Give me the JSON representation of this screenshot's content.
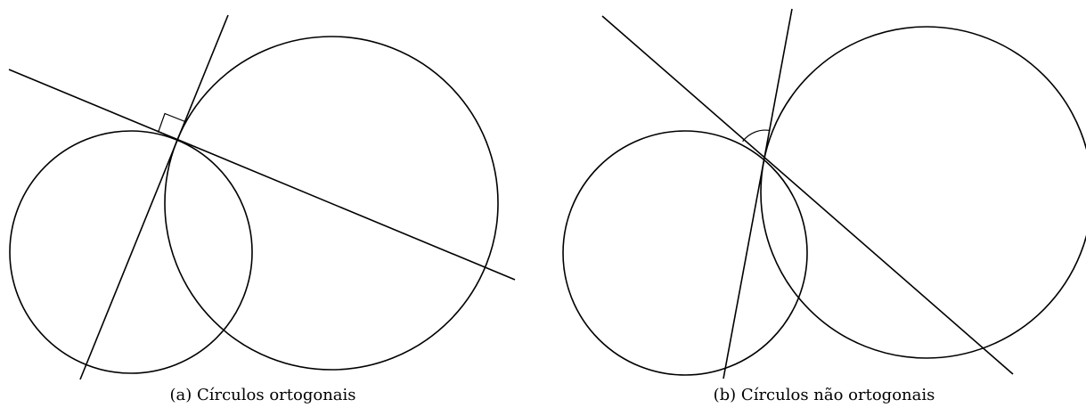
{
  "figure": {
    "stroke_color": "#000000",
    "background_color": "#ffffff",
    "subfigures": [
      {
        "caption": "(a) Círculos ortogonais",
        "orthogonal": true,
        "intersection_angle_marker": "right-angle"
      },
      {
        "caption": "(b) Círculos não ortogonais",
        "orthogonal": false,
        "intersection_angle_marker": "arc"
      }
    ]
  }
}
